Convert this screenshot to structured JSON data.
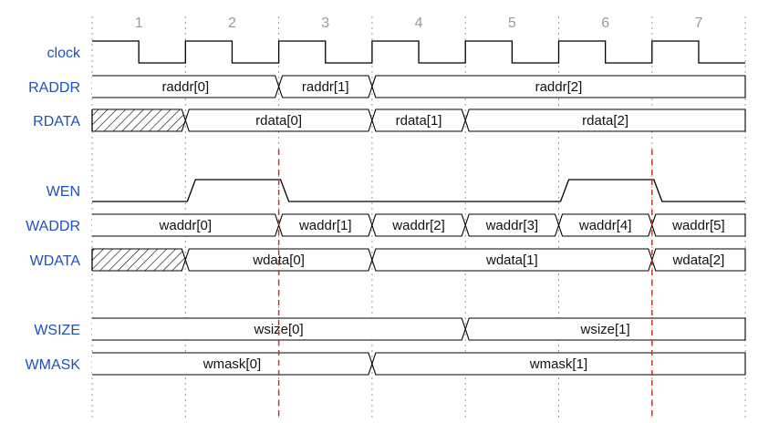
{
  "cycles": [
    "1",
    "2",
    "3",
    "4",
    "5",
    "6",
    "7"
  ],
  "signals": [
    {
      "name": "clock",
      "label": "clock",
      "kind": "clock"
    },
    {
      "name": "raddr",
      "label": "RADDR",
      "kind": "bus",
      "segments": [
        {
          "from": 0,
          "to": 2,
          "text": "raddr[0]"
        },
        {
          "from": 2,
          "to": 3,
          "text": "raddr[1]"
        },
        {
          "from": 3,
          "to": 7,
          "text": "raddr[2]"
        }
      ]
    },
    {
      "name": "rdata",
      "label": "RDATA",
      "kind": "bus",
      "segments": [
        {
          "from": 0,
          "to": 1,
          "text": "",
          "hatched": true
        },
        {
          "from": 1,
          "to": 3,
          "text": "rdata[0]"
        },
        {
          "from": 3,
          "to": 4,
          "text": "rdata[1]"
        },
        {
          "from": 4,
          "to": 7,
          "text": "rdata[2]"
        }
      ]
    },
    {
      "name": "wen",
      "label": "WEN",
      "kind": "bit",
      "levels": [
        0,
        1,
        0,
        0,
        0,
        1,
        0
      ]
    },
    {
      "name": "waddr",
      "label": "WADDR",
      "kind": "bus",
      "segments": [
        {
          "from": 0,
          "to": 2,
          "text": "waddr[0]"
        },
        {
          "from": 2,
          "to": 3,
          "text": "waddr[1]"
        },
        {
          "from": 3,
          "to": 4,
          "text": "waddr[2]"
        },
        {
          "from": 4,
          "to": 5,
          "text": "waddr[3]"
        },
        {
          "from": 5,
          "to": 6,
          "text": "waddr[4]"
        },
        {
          "from": 6,
          "to": 7,
          "text": "waddr[5]"
        }
      ]
    },
    {
      "name": "wdata",
      "label": "WDATA",
      "kind": "bus",
      "segments": [
        {
          "from": 0,
          "to": 1,
          "text": "",
          "hatched": true
        },
        {
          "from": 1,
          "to": 3,
          "text": "wdata[0]"
        },
        {
          "from": 3,
          "to": 6,
          "text": "wdata[1]"
        },
        {
          "from": 6,
          "to": 7,
          "text": "wdata[2]"
        }
      ]
    },
    {
      "name": "wsize",
      "label": "WSIZE",
      "kind": "bus",
      "segments": [
        {
          "from": 0,
          "to": 4,
          "text": "wsize[0]"
        },
        {
          "from": 4,
          "to": 7,
          "text": "wsize[1]"
        }
      ]
    },
    {
      "name": "wmask",
      "label": "WMASK",
      "kind": "bus",
      "segments": [
        {
          "from": 0,
          "to": 3,
          "text": "wmask[0]"
        },
        {
          "from": 3,
          "to": 7,
          "text": "wmask[1]"
        }
      ]
    }
  ],
  "markers": [
    2,
    6
  ],
  "colors": {
    "label": "#1f4fbf",
    "cycle": "#9a9a9a",
    "marker": "#c0392b",
    "trace": "#000000"
  }
}
